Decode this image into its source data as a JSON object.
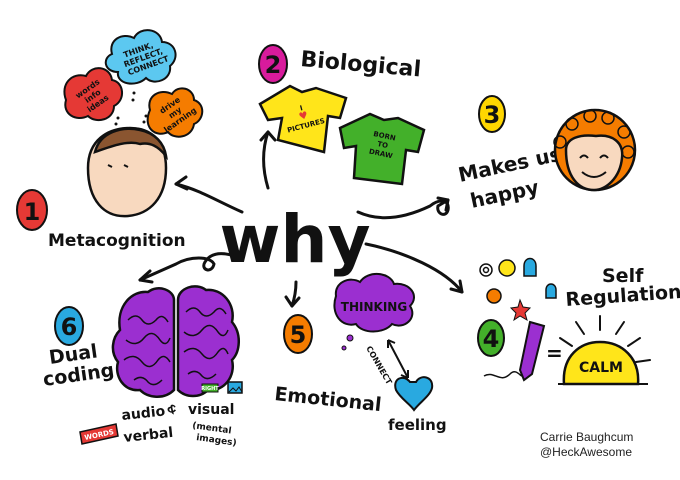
{
  "center": {
    "title": "why"
  },
  "bubbles": {
    "metacognition": [
      "words",
      "info",
      "ideas"
    ],
    "think": [
      "THINK,",
      "REFLECT,",
      "CONNECT"
    ],
    "drive": [
      "drive",
      "my",
      "learning"
    ],
    "thinking_cloud": "THINKING"
  },
  "nodes": [
    {
      "num": "1",
      "label": "Metacognition",
      "color": "#e53935"
    },
    {
      "num": "2",
      "label": "Biological",
      "color": "#d81b9c"
    },
    {
      "num": "3",
      "label": "Makes us",
      "label2": "happy",
      "color": "#ffd600"
    },
    {
      "num": "4",
      "label": "Self",
      "label2": "Regulation",
      "color": "#43b02a"
    },
    {
      "num": "5",
      "label": "Emotional",
      "color": "#f57c00"
    },
    {
      "num": "6",
      "label": "Dual",
      "label2": "coding",
      "color": "#29a9e0"
    }
  ],
  "shirts": {
    "yellow": [
      "I",
      "♥",
      "PICTURES"
    ],
    "green": [
      "BORN",
      "TO",
      "DRAW"
    ]
  },
  "emotional": {
    "connect": "CONNECT",
    "feeling": "feeling"
  },
  "dual": {
    "words_tag": "WORDS",
    "audio": "audio",
    "amp": "&",
    "verbal": "verbal",
    "visual": "visual",
    "mental": "(mental",
    "images": "images)",
    "right_tag": "RIGHT"
  },
  "self": {
    "calm": "CALM",
    "equals": "="
  },
  "credit": {
    "name": "Carrie Baughcum",
    "handle": "@HeckAwesome"
  },
  "colors": {
    "orange": "#f57c00",
    "yellow": "#ffe51a",
    "green": "#43b02a",
    "purple": "#9b2fd0",
    "blue": "#29a9e0",
    "red": "#e53935",
    "magenta": "#d81b9c"
  }
}
